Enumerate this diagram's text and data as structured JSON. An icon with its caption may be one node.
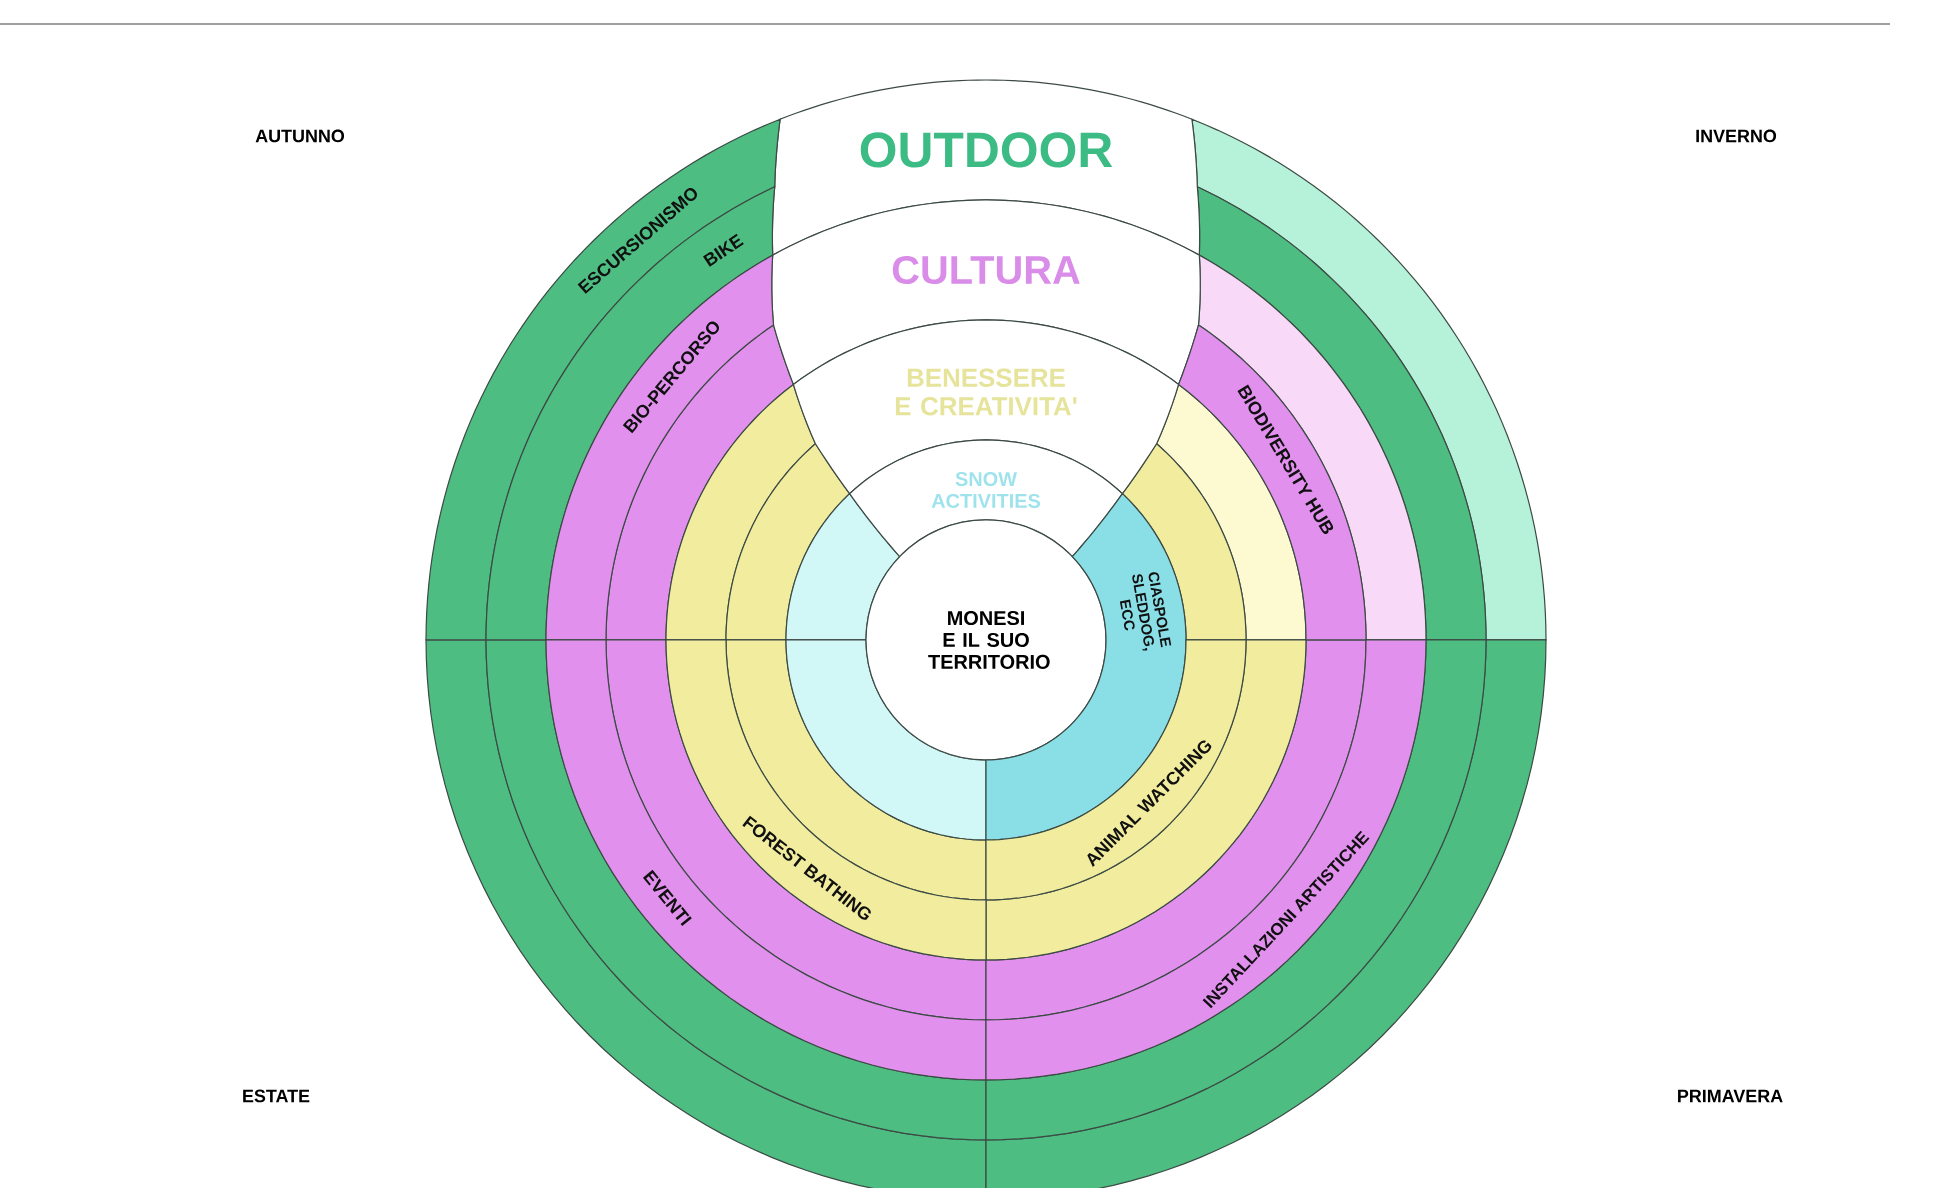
{
  "diagram": {
    "nodes": [
      {
        "text": [
          "OUTDOOR"
        ]
      },
      {
        "text": [
          "CULTURA"
        ]
      },
      {
        "text": [
          "BENESSERE E CREATIVITA'"
        ]
      },
      {
        "text": [
          "SNOW ACTIVITIES"
        ]
      },
      {
        "text": [
          "ESCURSIONISMO"
        ]
      },
      {
        "text": [
          "BIKE"
        ]
      },
      {
        "text": [
          "BIO-PERCORSO"
        ]
      },
      {
        "text": [
          "BIODIVERSITY HUB"
        ]
      },
      {
        "text": [
          "MONESI E IL SUO TERRITORIO"
        ]
      },
      {
        "text": [
          "CIASPOLE SLEDDOG, ECC"
        ]
      },
      {
        "text": [
          "ANIMAL WATCHING"
        ]
      },
      {
        "text": [
          "FOREST BATHING"
        ]
      },
      {
        "text": [
          "EVENTI"
        ]
      },
      {
        "text": [
          "INSTALLAZIONI ARTISTICHE"
        ]
      },
      {
        "text": [],
        "shape": "bar"
      },
      {
        "text": [],
        "shape": "bar"
      },
      {
        "text": [],
        "shape": "bar"
      },
      {
        "text": [],
        "shape": "bar"
      },
      {
        "text": [],
        "shape": "bar"
      },
      {
        "text": [],
        "shape": "bar"
      },
      {
        "text": [],
        "shape": "bar"
      },
      {
        "text": [],
        "shape": "bar"
      },
      {
        "text": [],
        "shape": "bar"
      },
      {
        "text": [],
        "shape": "bar"
      },
      {
        "text": [],
        "shape": "bar"
      },
      {
        "text": [],
        "shape": "bar"
      },
      {
        "text": [],
        "shape": "bar"
      },
      {
        "text": [],
        "shape": "bar"
      },
      {
        "text": [],
        "shape": "bar"
      },
      {
        "text": [],
        "shape": "bar"
      },
      {
        "text": [],
        "shape": "bar"
      },
      {
        "text": [],
        "shape": "bar"
      }
    ],
    "labels": [
      "AUTUNNO",
      "INVERNO",
      "ESTATE",
      "PRIMAVERA"
    ]
  }
}
